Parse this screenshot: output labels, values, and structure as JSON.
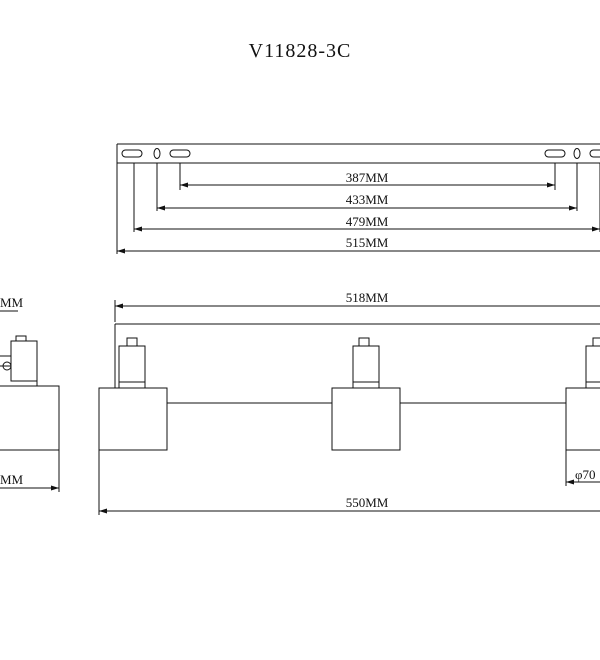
{
  "drawing": {
    "model": "V11828-3C",
    "dimensions": {
      "slot_spacing": "387MM",
      "hole_spacing_inner": "433MM",
      "hole_spacing_outer": "479MM",
      "plate_length": "515MM",
      "fixture_width": "518MM",
      "overall_length": "550MM",
      "shade_diameter": "φ70",
      "side_top": "MM",
      "side_bottom": "MM"
    }
  },
  "colors": {
    "line": "#111111",
    "background": "#ffffff"
  }
}
